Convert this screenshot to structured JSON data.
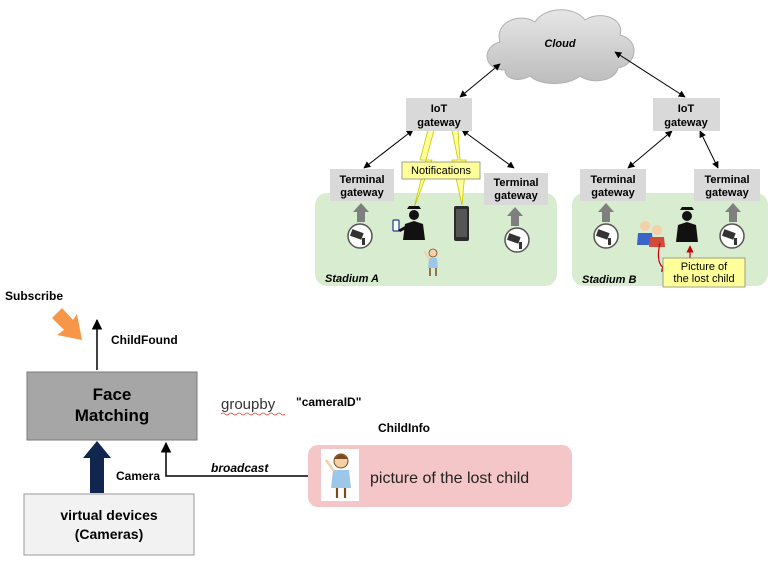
{
  "cloud": {
    "label": "Cloud"
  },
  "gateways": {
    "iot_line1": "IoT",
    "iot_line2": "gateway",
    "terminal_line1": "Terminal",
    "terminal_line2": "gateway"
  },
  "notifications": "Notifications",
  "stadium_a": {
    "label": "Stadium A"
  },
  "stadium_b": {
    "label": "Stadium B",
    "callout_line1": "Picture of",
    "callout_line2": "the lost child"
  },
  "pipeline": {
    "subscribe": "Subscribe",
    "child_found": "ChildFound",
    "face_matching_line1": "Face",
    "face_matching_line2": "Matching",
    "groupby": "groupby",
    "camera_id": "\"cameraID\"",
    "child_info": "ChildInfo",
    "broadcast": "broadcast",
    "picture_label": "picture of the lost child",
    "camera": "Camera",
    "virtual_devices_line1": "virtual devices",
    "virtual_devices_line2": "(Cameras)"
  },
  "colors": {
    "stadium_fill": "#d8ecd0",
    "gateway_fill": "#d9d9d9",
    "face_matching_fill": "#a6a6a6",
    "virtual_devices_fill": "#f2f2f2",
    "childinfo_fill": "#f4c6c8",
    "notification_fill": "#ffff99",
    "subscribe_arrow": "#f79646",
    "camera_arrow": "#10264f",
    "callout_arrow": "#cc0000"
  }
}
